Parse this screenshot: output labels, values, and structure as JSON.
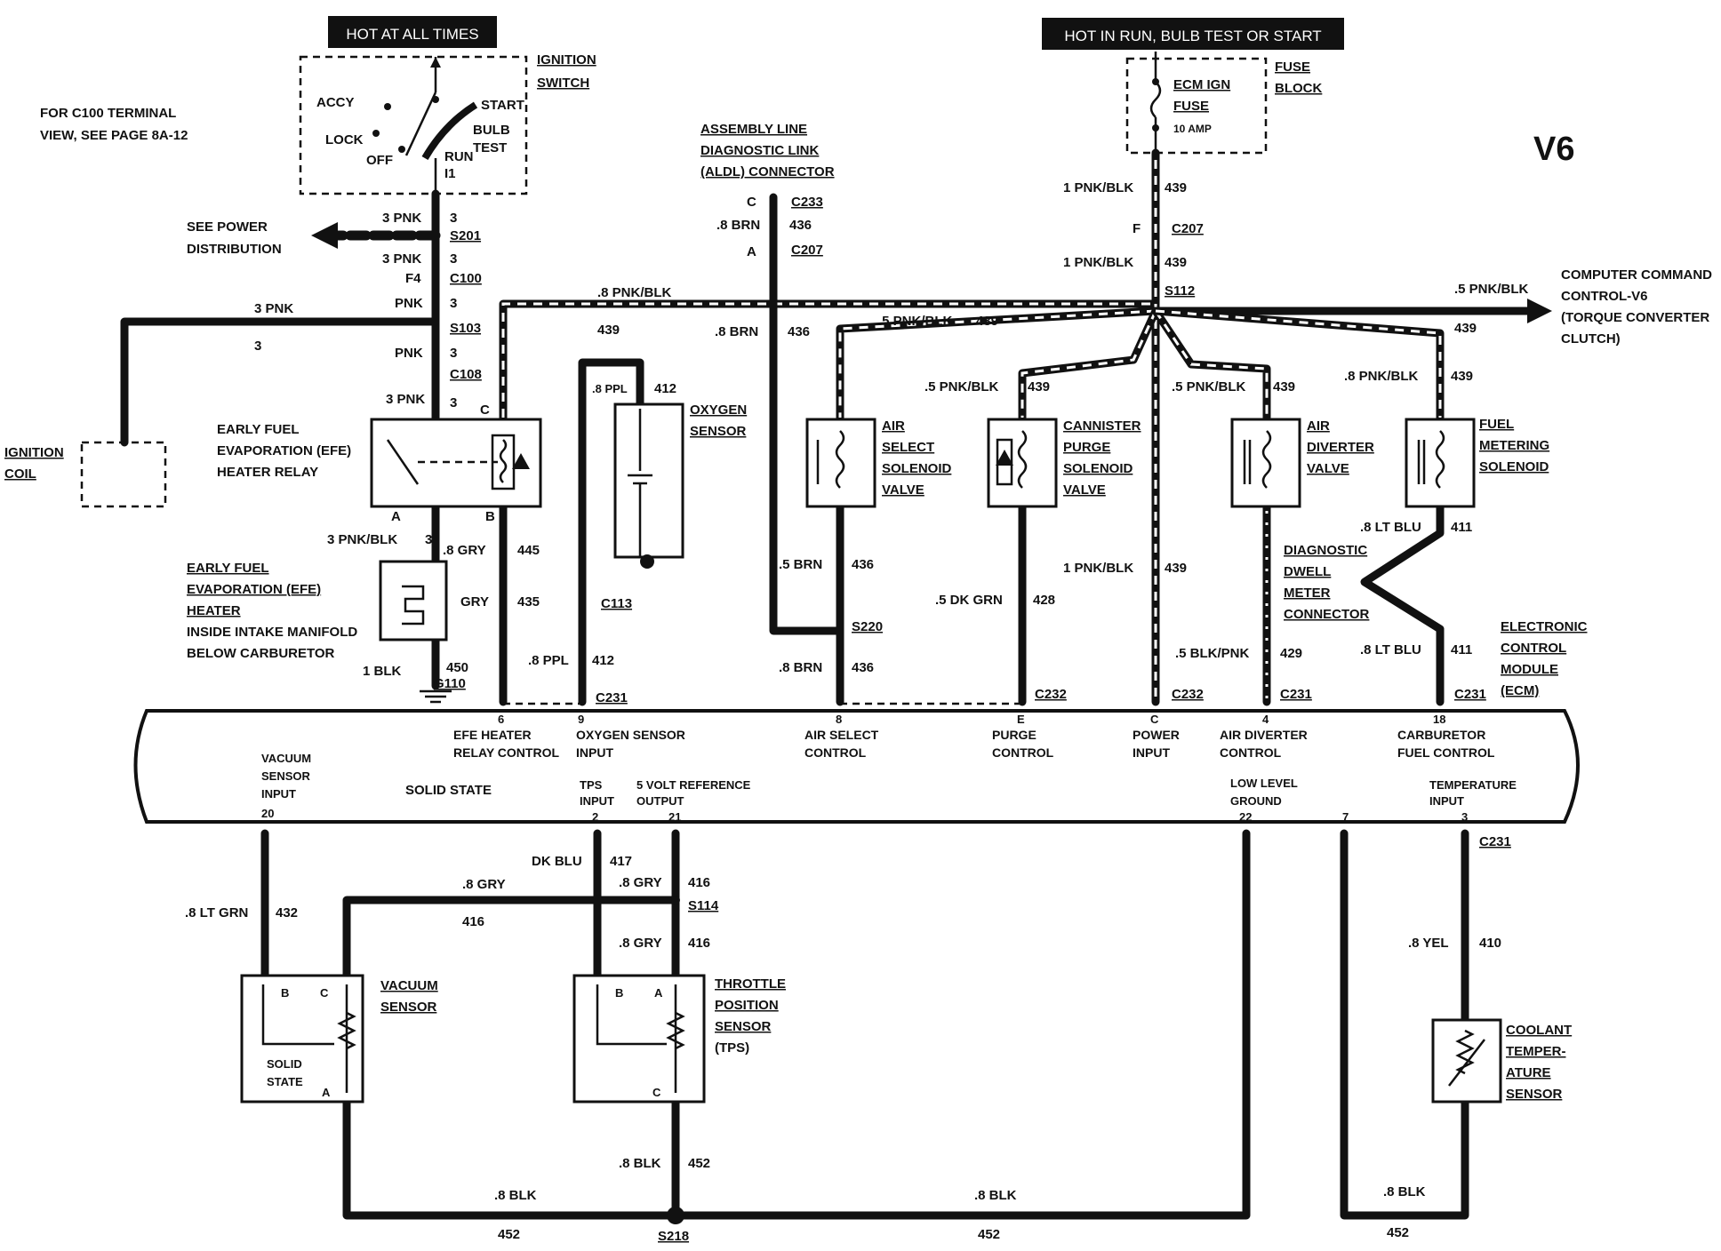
{
  "badges": {
    "hot_all": "HOT AT ALL TIMES",
    "hot_run": "HOT IN RUN,  BULB TEST OR START"
  },
  "title": "V6",
  "notes": {
    "c100_1": "FOR C100 TERMINAL",
    "c100_2": "VIEW, SEE PAGE 8A-12"
  },
  "ignition_switch": {
    "l1": "IGNITION",
    "l2": "SWITCH",
    "accy": "ACCY",
    "lock": "LOCK",
    "off": "OFF",
    "start": "START",
    "bulb": "BULB",
    "test": "TEST",
    "run": "RUN",
    "i1": "I1"
  },
  "fuse": {
    "l1": "FUSE",
    "l2": "BLOCK",
    "ecm1": "ECM IGN",
    "ecm2": "FUSE",
    "amp": "10 AMP"
  },
  "power_dist": {
    "l1": "SEE POWER",
    "l2": "DISTRIBUTION"
  },
  "aldl": {
    "l1": "ASSEMBLY LINE",
    "l2": "DIAGNOSTIC LINK",
    "l3": "(ALDL) CONNECTOR"
  },
  "ccc": {
    "l1": "COMPUTER COMMAND",
    "l2": "CONTROL-V6",
    "l3": "(TORQUE CONVERTER",
    "l4": "CLUTCH)"
  },
  "ign_coil": {
    "l1": "IGNITION",
    "l2": "COIL"
  },
  "efe_relay": {
    "l1": "EARLY FUEL",
    "l2": "EVAPORATION (EFE)",
    "l3": "HEATER RELAY"
  },
  "efe_heater": {
    "l1": "EARLY FUEL",
    "l2": "EVAPORATION (EFE)",
    "l3": "HEATER",
    "l4": "INSIDE INTAKE MANIFOLD",
    "l5": "BELOW CARBURETOR"
  },
  "oxygen": {
    "l1": "OXYGEN",
    "l2": "SENSOR"
  },
  "air_select": {
    "l1": "AIR",
    "l2": "SELECT",
    "l3": "SOLENOID",
    "l4": "VALVE"
  },
  "canister": {
    "l1": "CANNISTER",
    "l2": "PURGE",
    "l3": "SOLENOID",
    "l4": "VALVE"
  },
  "air_diverter": {
    "l1": "AIR",
    "l2": "DIVERTER",
    "l3": "VALVE"
  },
  "fuel_metering": {
    "l1": "FUEL",
    "l2": "METERING",
    "l3": "SOLENOID"
  },
  "dwell": {
    "l1": "DIAGNOSTIC",
    "l2": "DWELL",
    "l3": "METER",
    "l4": "CONNECTOR"
  },
  "ecm": {
    "l1": "ELECTRONIC",
    "l2": "CONTROL",
    "l3": "MODULE",
    "l4": "(ECM)",
    "solid_state": "SOLID STATE"
  },
  "ecm_pins": {
    "p6": "6",
    "efe1": "EFE HEATER",
    "efe2": "RELAY CONTROL",
    "p9": "9",
    "oxy1": "OXYGEN SENSOR",
    "oxy2": "INPUT",
    "p8": "8",
    "air1": "AIR SELECT",
    "air2": "CONTROL",
    "pE": "E",
    "pur1": "PURGE",
    "pur2": "CONTROL",
    "pC": "C",
    "pow1": "POWER",
    "pow2": "INPUT",
    "p4": "4",
    "div1": "AIR DIVERTER",
    "div2": "CONTROL",
    "p18": "18",
    "carb1": "CARBURETOR",
    "carb2": "FUEL CONTROL",
    "vac1": "VACUUM",
    "vac2": "SENSOR",
    "vac3": "INPUT",
    "p20": "20",
    "tps1": "TPS",
    "tps2": "INPUT",
    "p2": "2",
    "ref1": "5 VOLT REFERENCE",
    "ref2": "OUTPUT",
    "p21": "21",
    "gnd1": "LOW LEVEL",
    "gnd2": "GROUND",
    "p22": "22",
    "p7": "7",
    "tmp1": "TEMPERATURE",
    "tmp2": "INPUT",
    "p3": "3"
  },
  "vacuum_sensor": {
    "l1": "VACUUM",
    "l2": "SENSOR",
    "b": "B",
    "c": "C",
    "a": "A",
    "s1": "SOLID",
    "s2": "STATE"
  },
  "tps": {
    "l1": "THROTTLE",
    "l2": "POSITION",
    "l3": "SENSOR",
    "l4": "(TPS)",
    "b": "B",
    "a": "A",
    "c": "C"
  },
  "coolant": {
    "l1": "COOLANT",
    "l2": "TEMPER-",
    "l3": "ATURE",
    "l4": "SENSOR"
  },
  "connectors": {
    "s201": "S201",
    "c100": "C100",
    "s103": "S103",
    "c108": "C108",
    "c233": "C233",
    "c207a": "C207",
    "c207b": "C207",
    "s112": "S112",
    "c113": "C113",
    "c231a": "C231",
    "s220": "S220",
    "c232a": "C232",
    "c232b": "C232",
    "c231b": "C231",
    "c231c": "C231",
    "g110": "G110",
    "s114": "S114",
    "c231d": "C231",
    "s218": "S218"
  },
  "wires": {
    "w3pnk_a": "3 PNK",
    "w3_a": "3",
    "w3pnk_b": "3 PNK",
    "w3_b": "3",
    "f4": "F4",
    "wpnk_a": "PNK",
    "w3_c": "3",
    "wpnk_b": "PNK",
    "w3_d": "3",
    "w3pnk_c": "3 PNK",
    "w3_e": "3",
    "coil_3pnk": "3 PNK",
    "coil_3": "3",
    "efe_3pnkblk": "3 PNK/BLK",
    "efe_3": "3",
    "efe_8gry": ".8 GRY",
    "efe_445": "445",
    "efe_gry": "GRY",
    "efe_435": "435",
    "efe_1blk": "1 BLK",
    "efe_450": "450",
    "relay_c": "C",
    "relay_a": "A",
    "relay_b": "B",
    "top_8pnkblk": ".8 PNK/BLK",
    "top_439": "439",
    "oxy_8ppl": ".8 PPL",
    "oxy_412": "412",
    "oxy_8ppl_b": ".8 PPL",
    "oxy_412_b": "412",
    "aldl_c": "C",
    "aldl_8brn": ".8 BRN",
    "aldl_436": "436",
    "aldl_a": "A",
    "aldl_8brn_b": ".8 BRN",
    "aldl_436_b": "436",
    "air_5pnkblk": ".5 PNK/BLK",
    "air_439": "439",
    "air_5brn": ".5 BRN",
    "air_436": "436",
    "air_8brn": ".8 BRN",
    "air_436_b": "436",
    "can_5pnkblk": ".5 PNK/BLK",
    "can_439": "439",
    "can_5dkgrn": ".5 DK GRN",
    "can_428": "428",
    "fuse_1pnkblk": "1 PNK/BLK",
    "fuse_439": "439",
    "fuse_f": "F",
    "fuse_1pnkblk_b": "1 PNK/BLK",
    "fuse_439_b": "439",
    "pow_1pnkblk": "1 PNK/BLK",
    "pow_439": "439",
    "div_5pnkblk": ".5 PNK/BLK",
    "div_439": "439",
    "div_5blkpnk": ".5 BLK/PNK",
    "div_429": "429",
    "fm_8pnkblk": ".8 PNK/BLK",
    "fm_439": "439",
    "fm_8ltblu": ".8 LT BLU",
    "fm_411": "411",
    "fm_8ltblu_b": ".8 LT BLU",
    "fm_411_b": "411",
    "ccc_5pnkblk": ".5 PNK/BLK",
    "ccc_439": "439",
    "vac_8ltgrn": ".8 LT GRN",
    "vac_432": "432",
    "w8gry": ".8 GRY",
    "w416": "416",
    "tps_dkblu": "DK BLU",
    "tps_417": "417",
    "tps_8gry": ".8 GRY",
    "tps_416": "416",
    "tps_8gry_b": ".8 GRY",
    "tps_416_b": "416",
    "tps_8blk": ".8 BLK",
    "tps_452": "452",
    "g_8blk_a": ".8 BLK",
    "g_452_a": "452",
    "g_8blk_b": ".8 BLK",
    "g_452_b": "452",
    "cool_8yel": ".8 YEL",
    "cool_410": "410",
    "cool_8blk": ".8 BLK",
    "cool_452": "452"
  }
}
